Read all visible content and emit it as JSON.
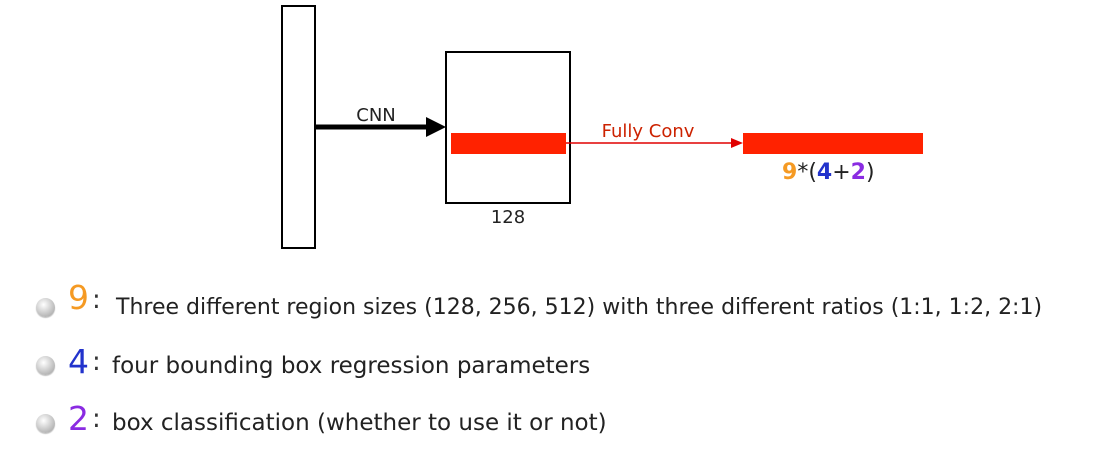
{
  "diagram": {
    "cnn_label": "CNN",
    "feature_size_label": "128",
    "fully_conv_label": "Fully Conv",
    "colors": {
      "red_bar": "#ff2200",
      "arrow_red": "#e00000",
      "label_red": "#cc2200",
      "black": "#000000"
    }
  },
  "formula": {
    "n9": "9",
    "star_open": "*(",
    "n4": "4",
    "plus": "+",
    "n2": "2",
    "close": ")",
    "colors": {
      "n9": "#f59a23",
      "n4": "#2233cc",
      "n2": "#8a2be2"
    }
  },
  "bullets": [
    {
      "number": "9",
      "color": "#f59a23",
      "colon": ":",
      "text": "Three different region sizes (128, 256, 512) with three different ratios (1:1, 1:2, 2:1)"
    },
    {
      "number": "4",
      "color": "#2233cc",
      "colon": ":",
      "text": "four bounding box regression parameters"
    },
    {
      "number": "2",
      "color": "#8a2be2",
      "colon": ":",
      "text": "box classification (whether to use it or not)"
    }
  ]
}
